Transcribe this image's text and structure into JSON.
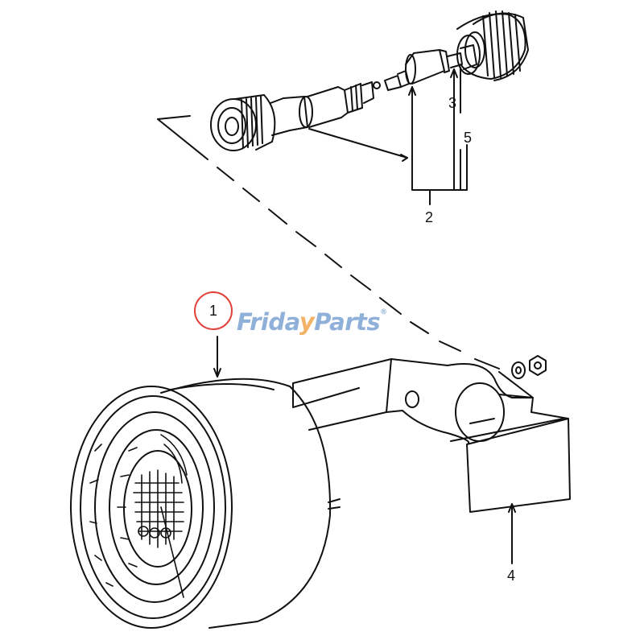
{
  "diagram": {
    "callouts": [
      {
        "id": "1",
        "label": "1"
      },
      {
        "id": "2",
        "label": "2"
      },
      {
        "id": "3",
        "label": "3"
      },
      {
        "id": "4",
        "label": "4"
      },
      {
        "id": "5",
        "label": "5"
      }
    ],
    "highlight_color": "#e0413a",
    "line_color": "#111111"
  },
  "watermark": {
    "part1": "Frida",
    "part2": "y",
    "part3": "Parts",
    "mark": "®",
    "colors": {
      "blue": "#8fb0d8",
      "orange": "#f2b366"
    }
  }
}
